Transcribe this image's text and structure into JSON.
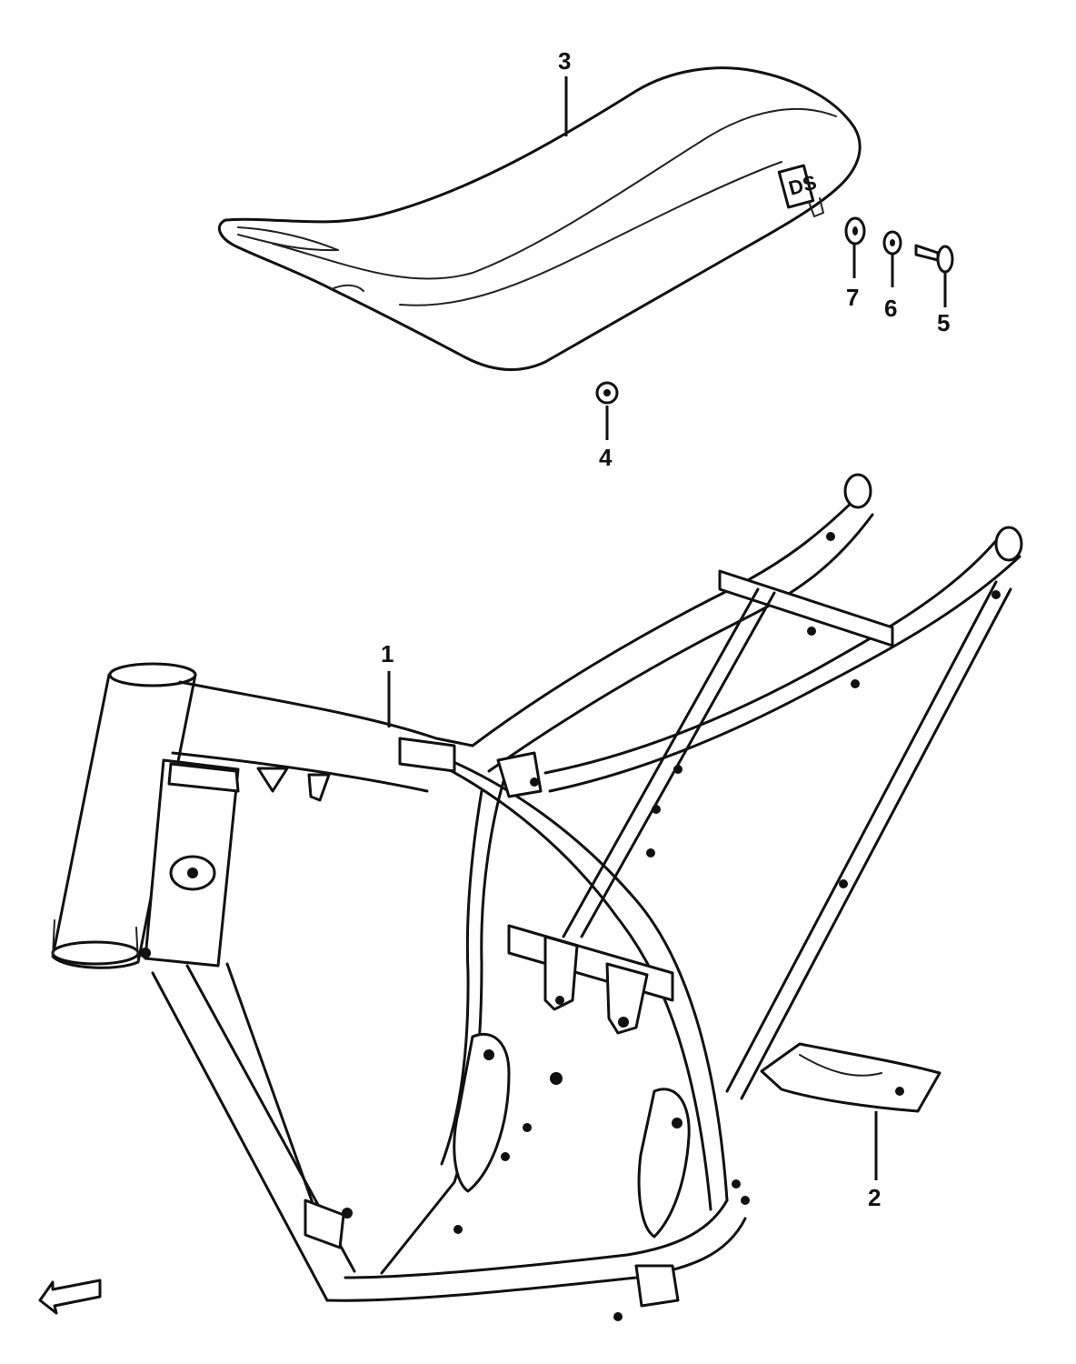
{
  "callouts": [
    {
      "id": "frame",
      "number": "1"
    },
    {
      "id": "skid-plate",
      "number": "2"
    },
    {
      "id": "seat",
      "number": "3"
    },
    {
      "id": "nut",
      "number": "4"
    },
    {
      "id": "bolt",
      "number": "5"
    },
    {
      "id": "washer",
      "number": "6"
    },
    {
      "id": "cushion",
      "number": "7"
    }
  ],
  "seat_badge": "DS"
}
